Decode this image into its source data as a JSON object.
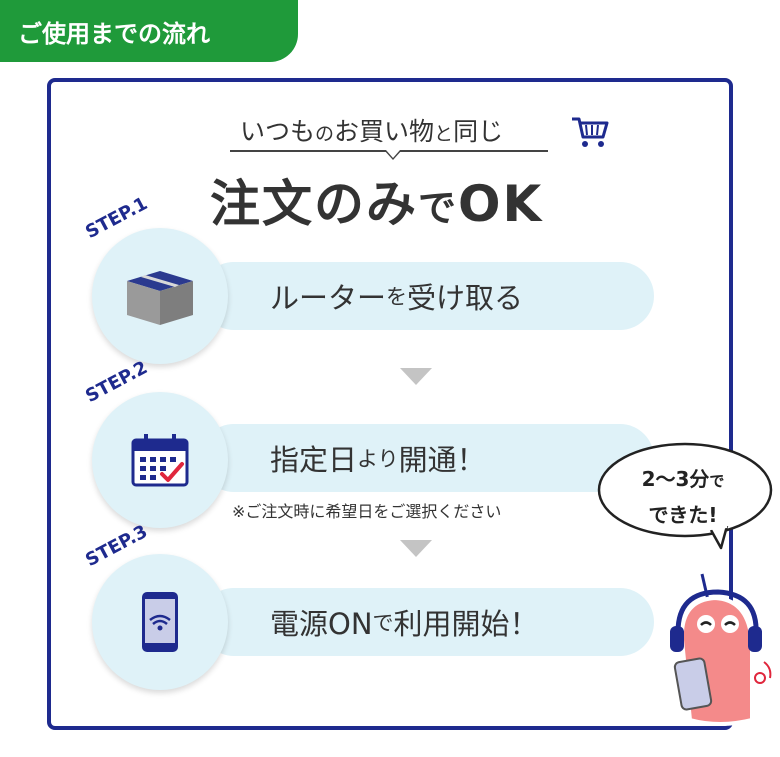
{
  "header": {
    "title": "ご使用までの流れ"
  },
  "lead": {
    "text_a": "いつも",
    "text_b": "の",
    "text_c": "お買い物",
    "text_d": "と",
    "text_e": "同じ"
  },
  "headline": {
    "text_a": "注文のみ",
    "text_b": "で",
    "text_c": "OK"
  },
  "steps": [
    {
      "label": "STEP.1",
      "text_a": "ルーター",
      "text_b": "を",
      "text_c": "受け取る",
      "icon": "box-icon"
    },
    {
      "label": "STEP.2",
      "text_a": "指定日",
      "text_b": "より",
      "text_c": "開通！",
      "icon": "calendar-icon",
      "note": "※ご注文時に希望日をご選択ください"
    },
    {
      "label": "STEP.3",
      "text_a": "電源ON",
      "text_b": "で",
      "text_c": "利用開始！",
      "icon": "smartphone-wifi-icon"
    }
  ],
  "bubble": {
    "line1_a": "2〜3分",
    "line1_b": "で",
    "line2": "できた!"
  },
  "colors": {
    "green": "#1f9a3a",
    "navy": "#1e2a8e",
    "pill": "#dff2f8",
    "arrow": "#c4c4c4"
  }
}
